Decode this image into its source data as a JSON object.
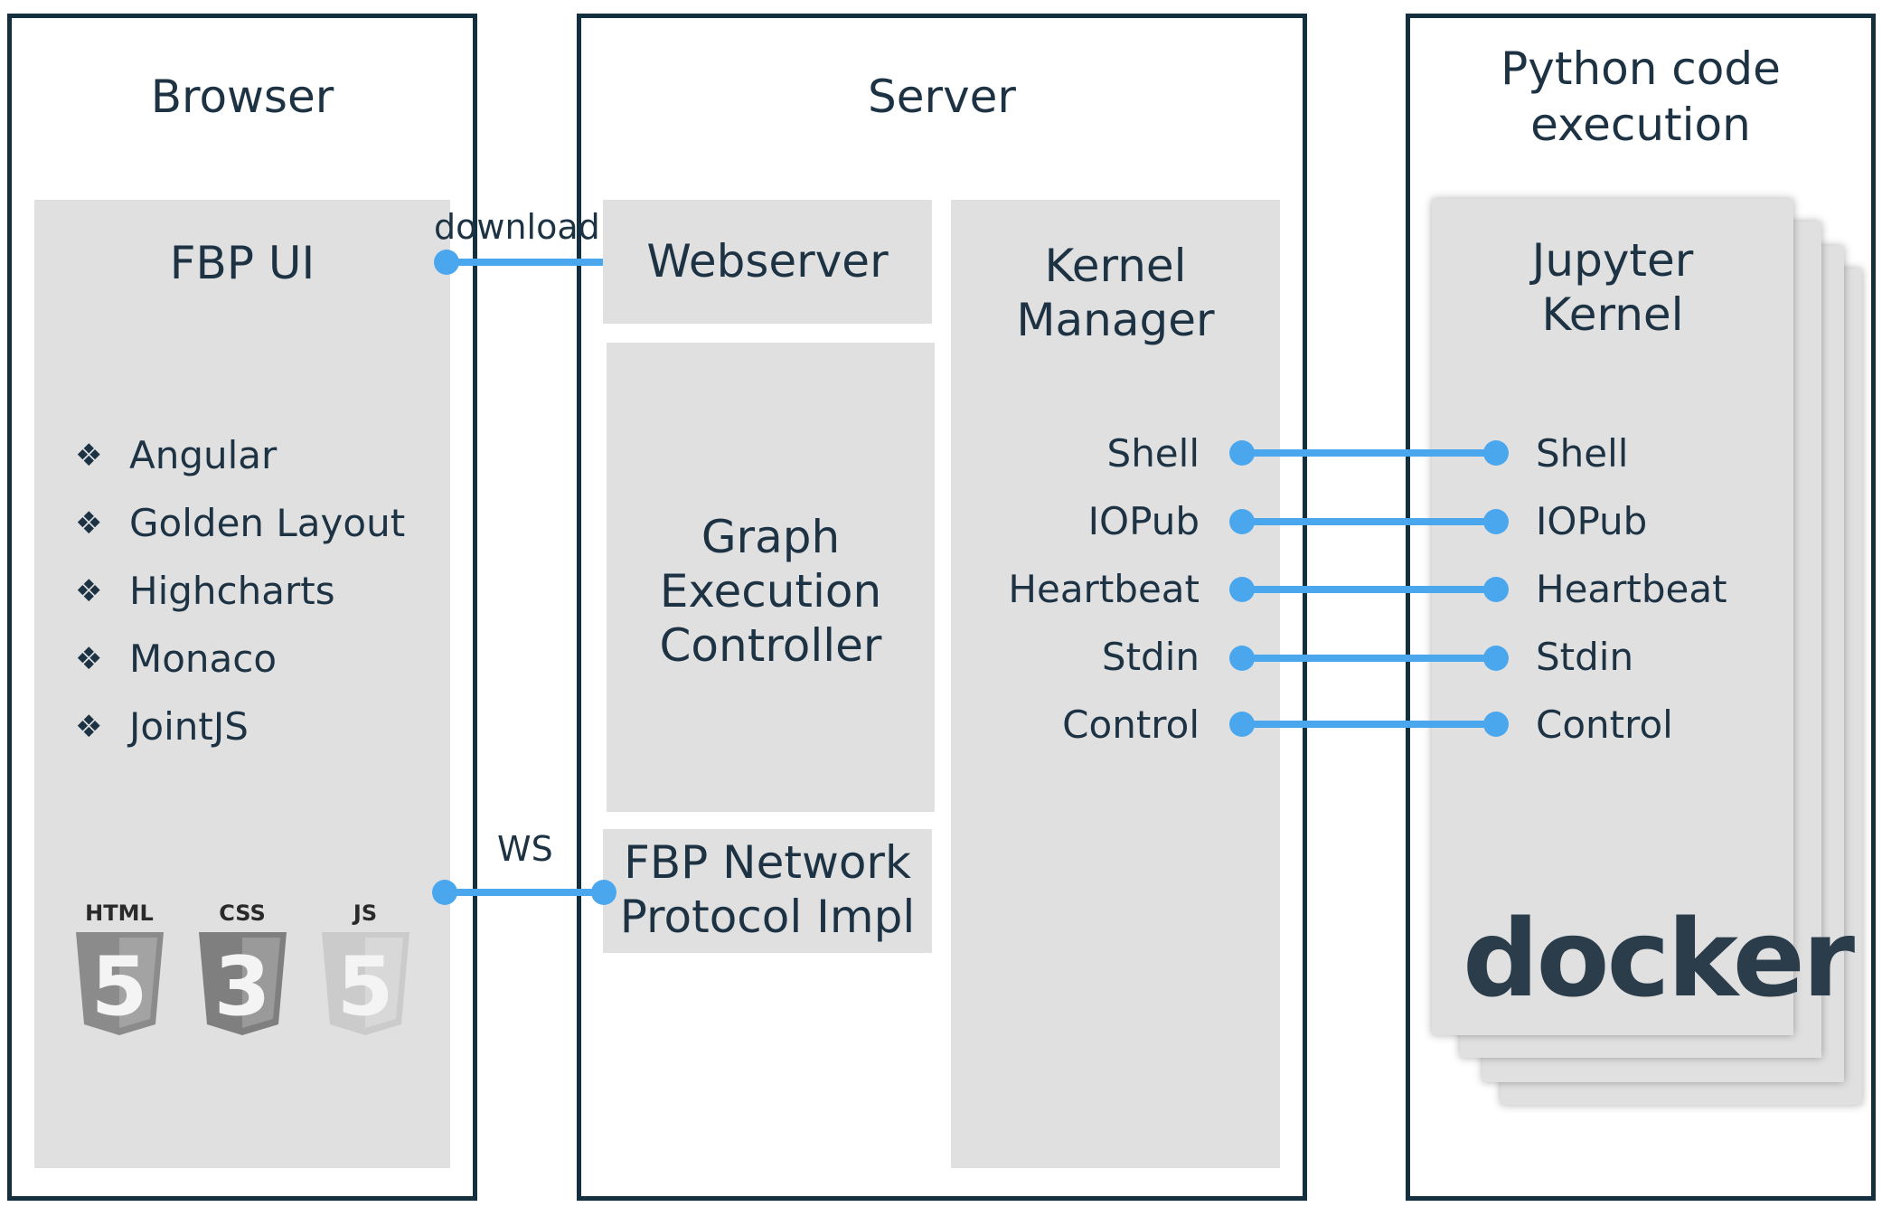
{
  "columns": {
    "browser": {
      "title": "Browser"
    },
    "server": {
      "title": "Server"
    },
    "python": {
      "title_line1": "Python code",
      "title_line2": "execution"
    }
  },
  "browser_panel": {
    "title": "FBP UI",
    "libraries": [
      "Angular",
      "Golden Layout",
      "Highcharts",
      "Monaco",
      "JointJS"
    ],
    "bullet_glyph": "❖",
    "tech_badges": [
      {
        "label": "HTML",
        "digit": "5"
      },
      {
        "label": "CSS",
        "digit": "3"
      },
      {
        "label": "JS",
        "digit": "5"
      }
    ]
  },
  "server_panels": {
    "webserver": "Webserver",
    "graph_controller": [
      "Graph",
      "Execution",
      "Controller"
    ],
    "fbp_protocol": [
      "FBP Network",
      "Protocol Impl"
    ],
    "kernel_manager": [
      "Kernel",
      "Manager"
    ]
  },
  "kernel_panel": {
    "title": [
      "Jupyter",
      "Kernel"
    ],
    "logo_text": "docker"
  },
  "channels": [
    "Shell",
    "IOPub",
    "Heartbeat",
    "Stdin",
    "Control"
  ],
  "edges": {
    "download": "download",
    "ws": "WS"
  },
  "colors": {
    "border": "#14303f",
    "panel": "#e0e0e1",
    "text": "#1d3344",
    "connector": "#4aa7ee"
  }
}
